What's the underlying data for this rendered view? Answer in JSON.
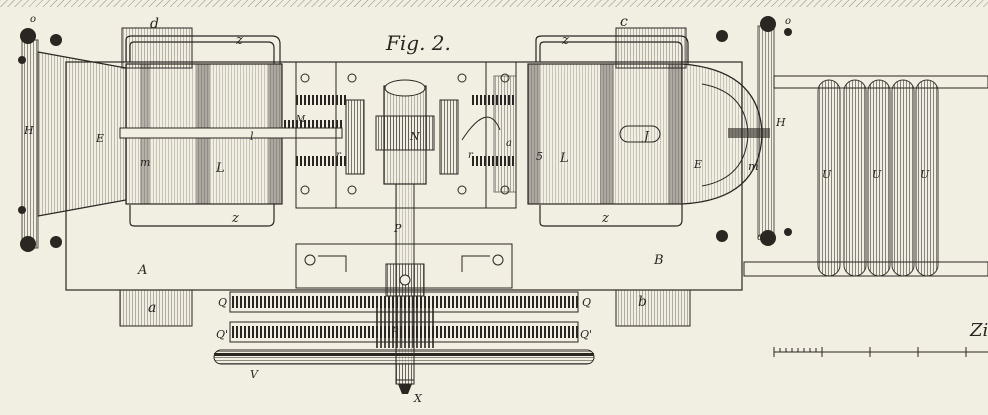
{
  "figure": {
    "title": "Fig. 2.",
    "edge_text": "Zi",
    "colors": {
      "paper": "#f1eee2",
      "ink": "#2a2622",
      "shade": "#8a8479",
      "rim": "#c9c3b4"
    }
  },
  "labels": {
    "d": "d",
    "c": "c",
    "z": "z",
    "o": "o",
    "H": "H",
    "E": "E",
    "m": "m",
    "L": "L",
    "l": "l",
    "M": "M",
    "N": "N",
    "r": "r",
    "a_small": "a",
    "five": "5",
    "J": "J",
    "U": "U",
    "A": "A",
    "B": "B",
    "a": "a",
    "b": "b",
    "P": "P",
    "p": "p",
    "Q": "Q",
    "Q_prime": "Q'",
    "V": "V",
    "X": "X"
  }
}
